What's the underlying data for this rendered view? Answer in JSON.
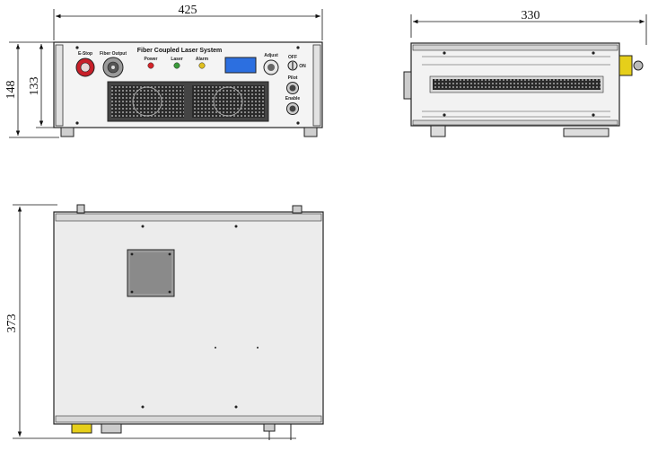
{
  "dimensions": {
    "front_width": "425",
    "front_height_outer": "148",
    "front_height_inner": "133",
    "side_depth": "330",
    "top_depth": "373"
  },
  "front_panel": {
    "title": "Fiber Coupled Laser System",
    "estop_label": "E-Stop",
    "fiber_output_label": "Fiber Output",
    "power_label": "Power",
    "laser_label": "Laser",
    "alarm_label": "Alarm",
    "adjust_label": "Adjust",
    "off_label": "OFF",
    "on_label": "ON",
    "pilot_label": "Pilot",
    "enable_label": "Enable"
  },
  "colors": {
    "line": "#222222",
    "panel_fill": "#f4f4f4",
    "top_fill": "#ececec",
    "estop_red": "#c8202a",
    "led_power": "#d4242a",
    "led_laser": "#3a9a3a",
    "led_alarm": "#e0c020",
    "display_blue": "#2c6fe0",
    "connector_yellow": "#e6cf1a"
  }
}
